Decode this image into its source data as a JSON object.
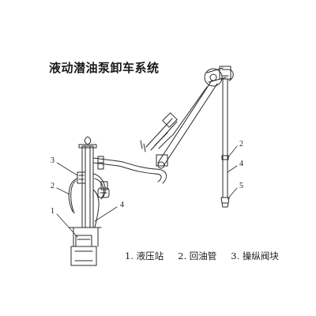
{
  "title": "液动潜油泵卸车系统",
  "callouts": {
    "left_3": "3",
    "left_2": "2",
    "left_1": "1",
    "center_4": "4",
    "right_2": "2",
    "right_4": "4",
    "right_5": "5"
  },
  "legend": [
    "1. 液压站",
    "2. 回油管",
    "3. 操纵阀块"
  ],
  "colors": {
    "line": "#2a2a2a",
    "background": "#ffffff"
  }
}
